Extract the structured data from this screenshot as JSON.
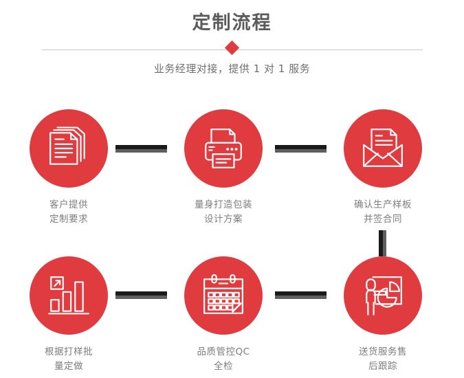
{
  "header": {
    "title": "定制流程",
    "subtitle": "业务经理对接，提供 1 对 1 服务",
    "diamond_color": "#e03b3f",
    "divider_color": "#c9c9c9",
    "title_color": "#5b5b5b",
    "subtitle_color": "#6e6e6e"
  },
  "theme": {
    "accent": "#e03b3f",
    "connector_dark": "#1a1a1a",
    "connector_gray": "#5e5e5e",
    "label_color": "#7d7d7d",
    "background": "#ffffff"
  },
  "steps": [
    {
      "index": "1",
      "icon": "documents-stack-icon",
      "label": "客户提供\n定制要求"
    },
    {
      "index": "2",
      "icon": "printer-icon",
      "label": "量身打造包装\n设计方案"
    },
    {
      "index": "3",
      "icon": "envelope-letter-icon",
      "label": "确认生产样板\n并签合同"
    },
    {
      "index": "4",
      "icon": "bar-chart-growth-icon",
      "label": "根据打样批\n量定做"
    },
    {
      "index": "5",
      "icon": "calendar-check-icon",
      "label": "品质管控QC\n全检"
    },
    {
      "index": "6",
      "icon": "presentation-person-icon",
      "label": "送货服务售\n后跟踪"
    }
  ],
  "connectors": [
    {
      "name": "connector-step1-step2",
      "orientation": "horizontal"
    },
    {
      "name": "connector-step2-step3",
      "orientation": "horizontal"
    },
    {
      "name": "connector-step3-step6",
      "orientation": "vertical"
    },
    {
      "name": "connector-step4-step5",
      "orientation": "horizontal"
    },
    {
      "name": "connector-step5-step6",
      "orientation": "horizontal"
    }
  ]
}
